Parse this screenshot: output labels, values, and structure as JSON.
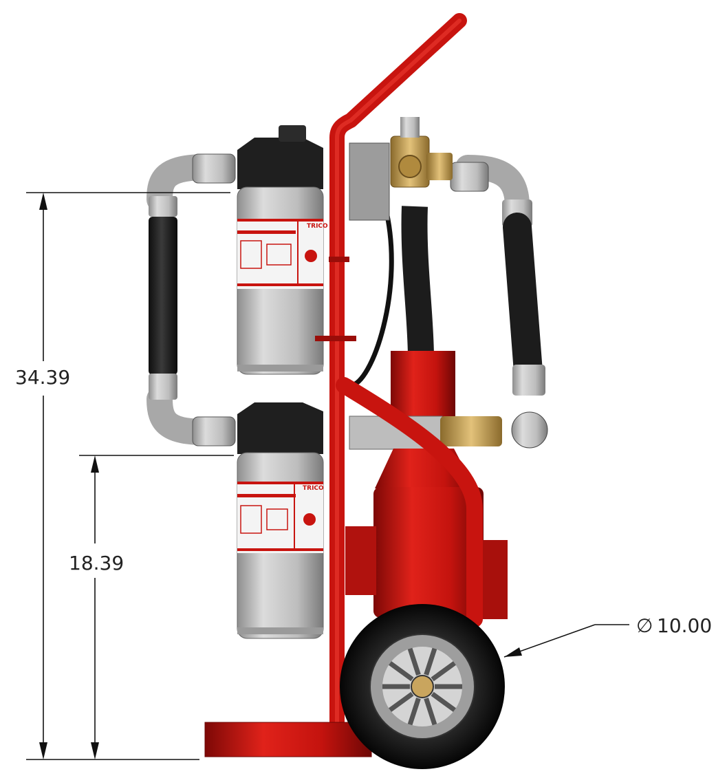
{
  "dimensions": {
    "overall_height": "34.39",
    "lower_filter_height": "18.39",
    "wheel_diameter": "10.00",
    "diameter_symbol": "∅"
  },
  "filter_label_brand": "TRICO",
  "colors": {
    "frame_red": "#c8140f",
    "frame_dark_red": "#8e0a07",
    "hose_black": "#1c1c1c",
    "metal_gray": "#b8b8b8",
    "filter_silver": "#c2c2c2",
    "brass": "#c9a55e",
    "dimension_line": "#111111"
  },
  "icons": [
    "filter-canister",
    "hand-truck-frame",
    "pump-motor",
    "wheel",
    "hose",
    "valve"
  ]
}
